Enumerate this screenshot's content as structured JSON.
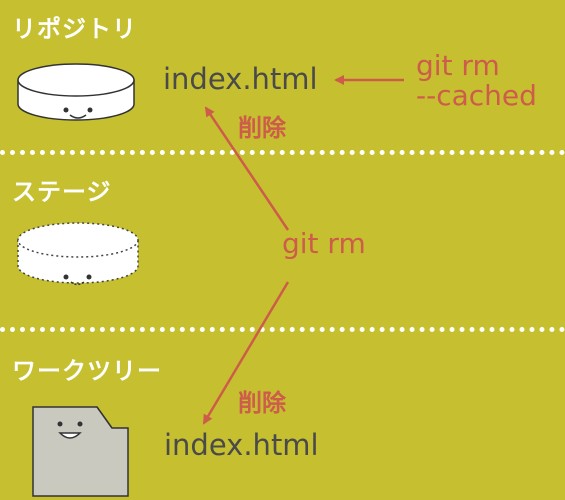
{
  "sections": {
    "repository": "リポジトリ",
    "stage": "ステージ",
    "worktree": "ワークツリー"
  },
  "files": {
    "repository_file": "index.html",
    "worktree_file": "index.html"
  },
  "commands": {
    "git_rm_cached_line1": "git rm",
    "git_rm_cached_line2": "--cached",
    "git_rm": "git rm",
    "delete_upper": "削除",
    "delete_lower": "削除"
  },
  "colors": {
    "background": "#c6c030",
    "arrow": "#cd5c4a",
    "filename": "#4a4a4a",
    "divider": "#ffffff"
  },
  "icons": [
    "repository-db-icon",
    "stage-db-icon",
    "worktree-file-icon"
  ]
}
